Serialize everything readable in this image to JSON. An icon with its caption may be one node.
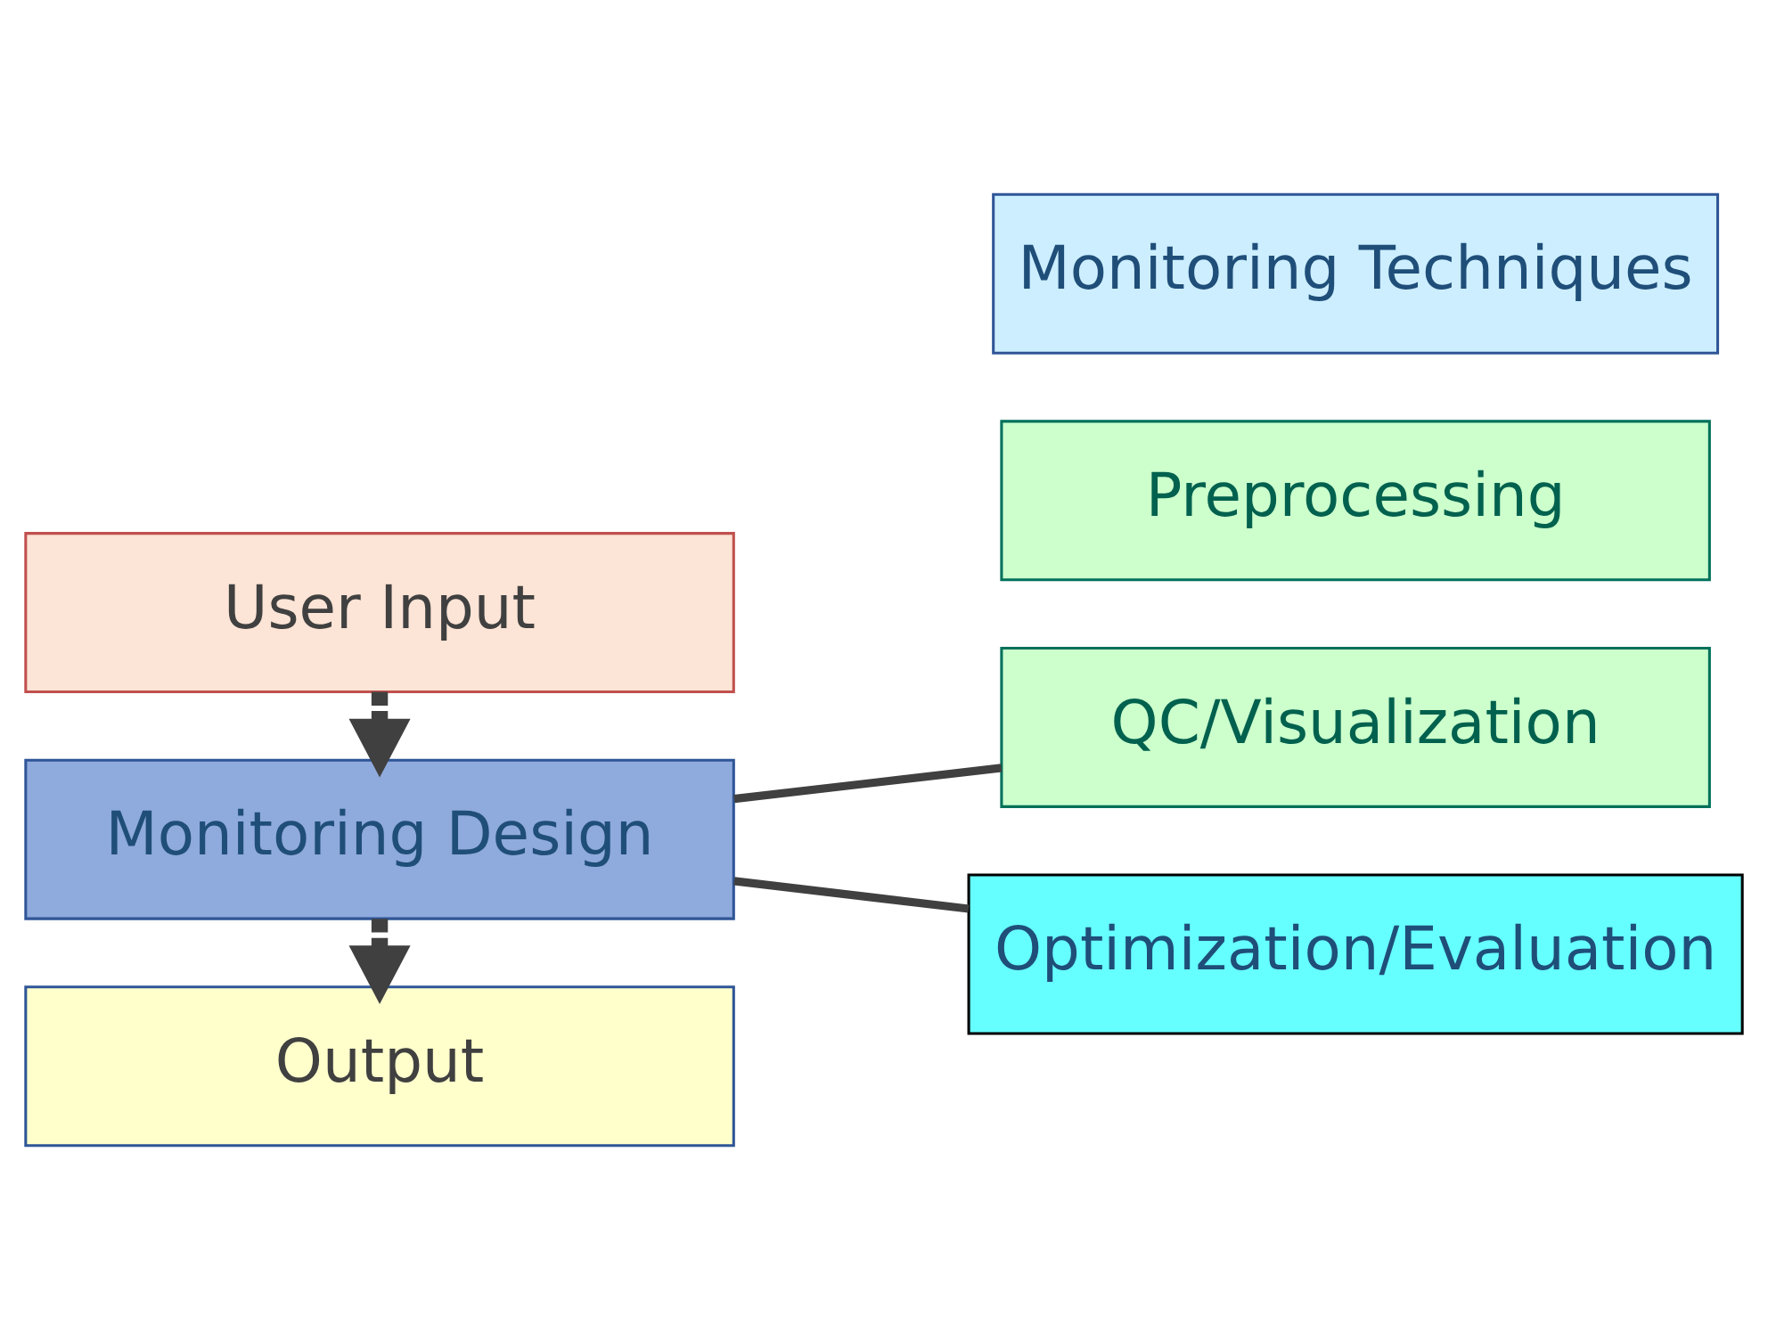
{
  "diagram": {
    "nodes": [
      {
        "text": [
          "User Input"
        ]
      },
      {
        "text": [
          "Monitoring Design"
        ]
      },
      {
        "text": [
          "Output"
        ]
      },
      {
        "text": [
          "QC/Visualization"
        ]
      },
      {
        "text": [
          "Preprocessing"
        ]
      },
      {
        "text": [
          "Monitoring Techniques"
        ]
      },
      {
        "text": [
          "Optimization/Evaluation"
        ]
      }
    ],
    "edges": [
      {
        "from": 0,
        "to": 1,
        "arrow": "to",
        "style": "dashed"
      },
      {
        "from": 1,
        "to": 2,
        "arrow": "to",
        "style": "dashed"
      },
      {
        "from": 1,
        "to": 3,
        "arrow": "none"
      },
      {
        "from": 1,
        "to": 6,
        "arrow": "none"
      }
    ]
  }
}
